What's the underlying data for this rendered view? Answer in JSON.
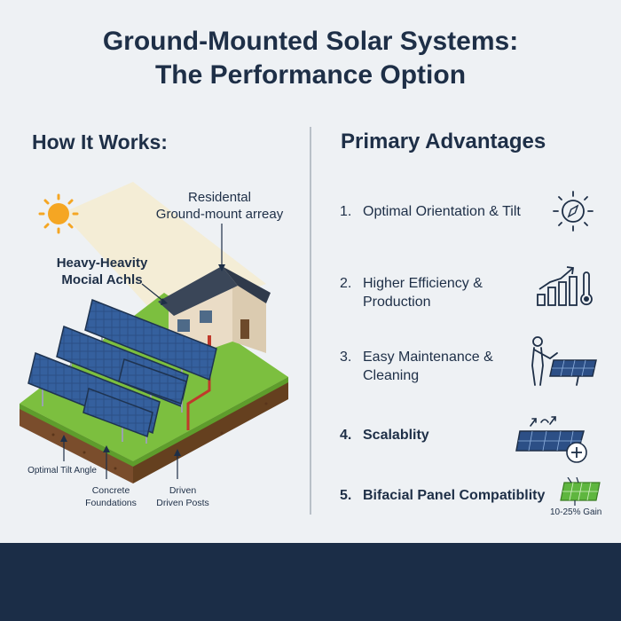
{
  "title": {
    "line1": "Ground-Mounted Solar Systems:",
    "line2": "The Performance Option"
  },
  "left": {
    "heading": "How It Works:",
    "labels": {
      "residential_line1": "Residental",
      "residential_line2": "Ground-mount arreay",
      "heavy_line1": "Heavy-Heavity",
      "heavy_line2": "Mocial Achls",
      "tilt": "Optimal Tilt Angle",
      "concrete_line1": "Concrete",
      "concrete_line2": "Foundations",
      "driven_line1": "Driven",
      "driven_line2": "Driven Posts"
    }
  },
  "right": {
    "heading": "Primary Advantages",
    "advantages": [
      {
        "num": "1.",
        "line1": "Optimal Orientation & Tilt",
        "line2": "",
        "icon": "compass-sun-icon"
      },
      {
        "num": "2.",
        "line1": "Higher Efficiency &",
        "line2": "Production",
        "icon": "growth-chart-thermometer-icon"
      },
      {
        "num": "3.",
        "line1": "Easy Maintenance &",
        "line2": "Cleaning",
        "icon": "person-cleaning-panel-icon"
      },
      {
        "num": "4.",
        "line1": "Scalablity",
        "line2": "",
        "icon": "panel-expand-plus-icon"
      },
      {
        "num": "5.",
        "line1": "Bifacial Panel Compatiblity",
        "line2": "",
        "icon": "bifacial-panel-icon"
      }
    ],
    "gain_note": "10-25% Gain"
  },
  "colors": {
    "background": "#eef1f4",
    "navy": "#1e2f47",
    "footer": "#1b2d47",
    "grass": "#7cbf3f",
    "soil": "#7a4d2c",
    "panel": "#2c4f86",
    "sun": "#f5a623",
    "panel_green": "#5fb63f"
  }
}
